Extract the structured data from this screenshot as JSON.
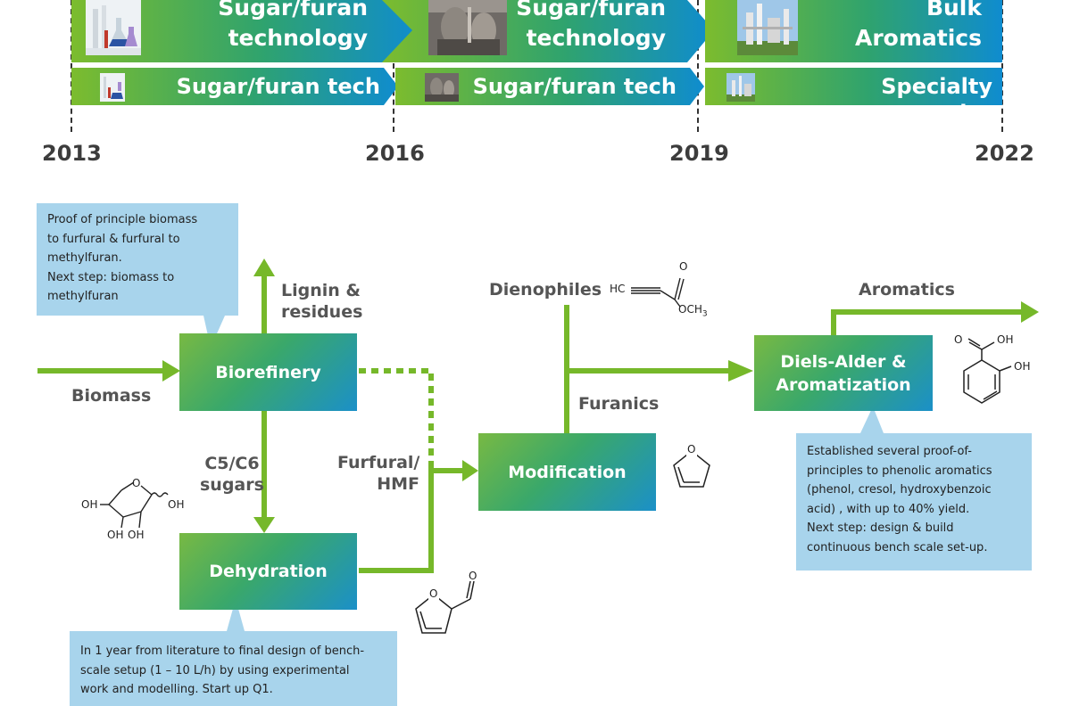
{
  "timeline": {
    "row1": [
      {
        "label": "Sugar/furan technology",
        "line1": "Sugar/furan",
        "line2": "technology",
        "image": "lab-flasks-photo"
      },
      {
        "label": "Sugar/furan technology",
        "line1": "Sugar/furan",
        "line2": "technology",
        "image": "reactor-hall-photo"
      },
      {
        "label": "Bulk Aromatics",
        "line1": "Bulk",
        "line2": "Aromatics",
        "image": "refinery-plant-photo"
      }
    ],
    "row2": [
      {
        "label": "Sugar/furan tech",
        "image": "lab-flasks-photo"
      },
      {
        "label": "Sugar/furan tech",
        "image": "reactor-hall-photo"
      },
      {
        "label": "Specialty aromatics",
        "image": "refinery-plant-photo"
      }
    ],
    "years": [
      "2013",
      "2016",
      "2019",
      "2022"
    ]
  },
  "process": {
    "biorefinery": "Biorefinery",
    "dehydration": "Dehydration",
    "modification": "Modification",
    "diels_line1": "Diels-Alder &",
    "diels_line2": "Aromatization"
  },
  "labels": {
    "biomass": "Biomass",
    "lignin_line1": "Lignin &",
    "lignin_line2": "residues",
    "sugars_line1": "C5/C6",
    "sugars_line2": "sugars",
    "furfural_line1": "Furfural/",
    "furfural_line2": "HMF",
    "dienophiles": "Dienophiles",
    "furanics": "Furanics",
    "aromatics": "Aromatics"
  },
  "notes": {
    "biorefinery": [
      "Proof of principle biomass",
      "to furfural & furfural to",
      "methylfuran.",
      "Next step: biomass to",
      "methylfuran"
    ],
    "dehydration": [
      "In 1 year from literature to final design of bench-",
      "scale setup  (1 – 10 L/h) by using experimental",
      "work and modelling. Start up Q1."
    ],
    "diels": [
      "Established several proof-of-",
      "principles to phenolic aromatics",
      "(phenol, cresol, hydroxybenzoic",
      "acid) , with up to 40% yield.",
      "Next step: design & build",
      "continuous bench scale set-up."
    ]
  },
  "chem": {
    "hc": "HC",
    "o": "O",
    "och3": "OCH",
    "och3_sub": "3",
    "oh": "OH"
  },
  "colors": {
    "green": "#76b82a",
    "blue": "#0f8ccf",
    "note_bg": "#a8d4ec",
    "year_text": "#3c3c3c",
    "label_text": "#555555"
  }
}
